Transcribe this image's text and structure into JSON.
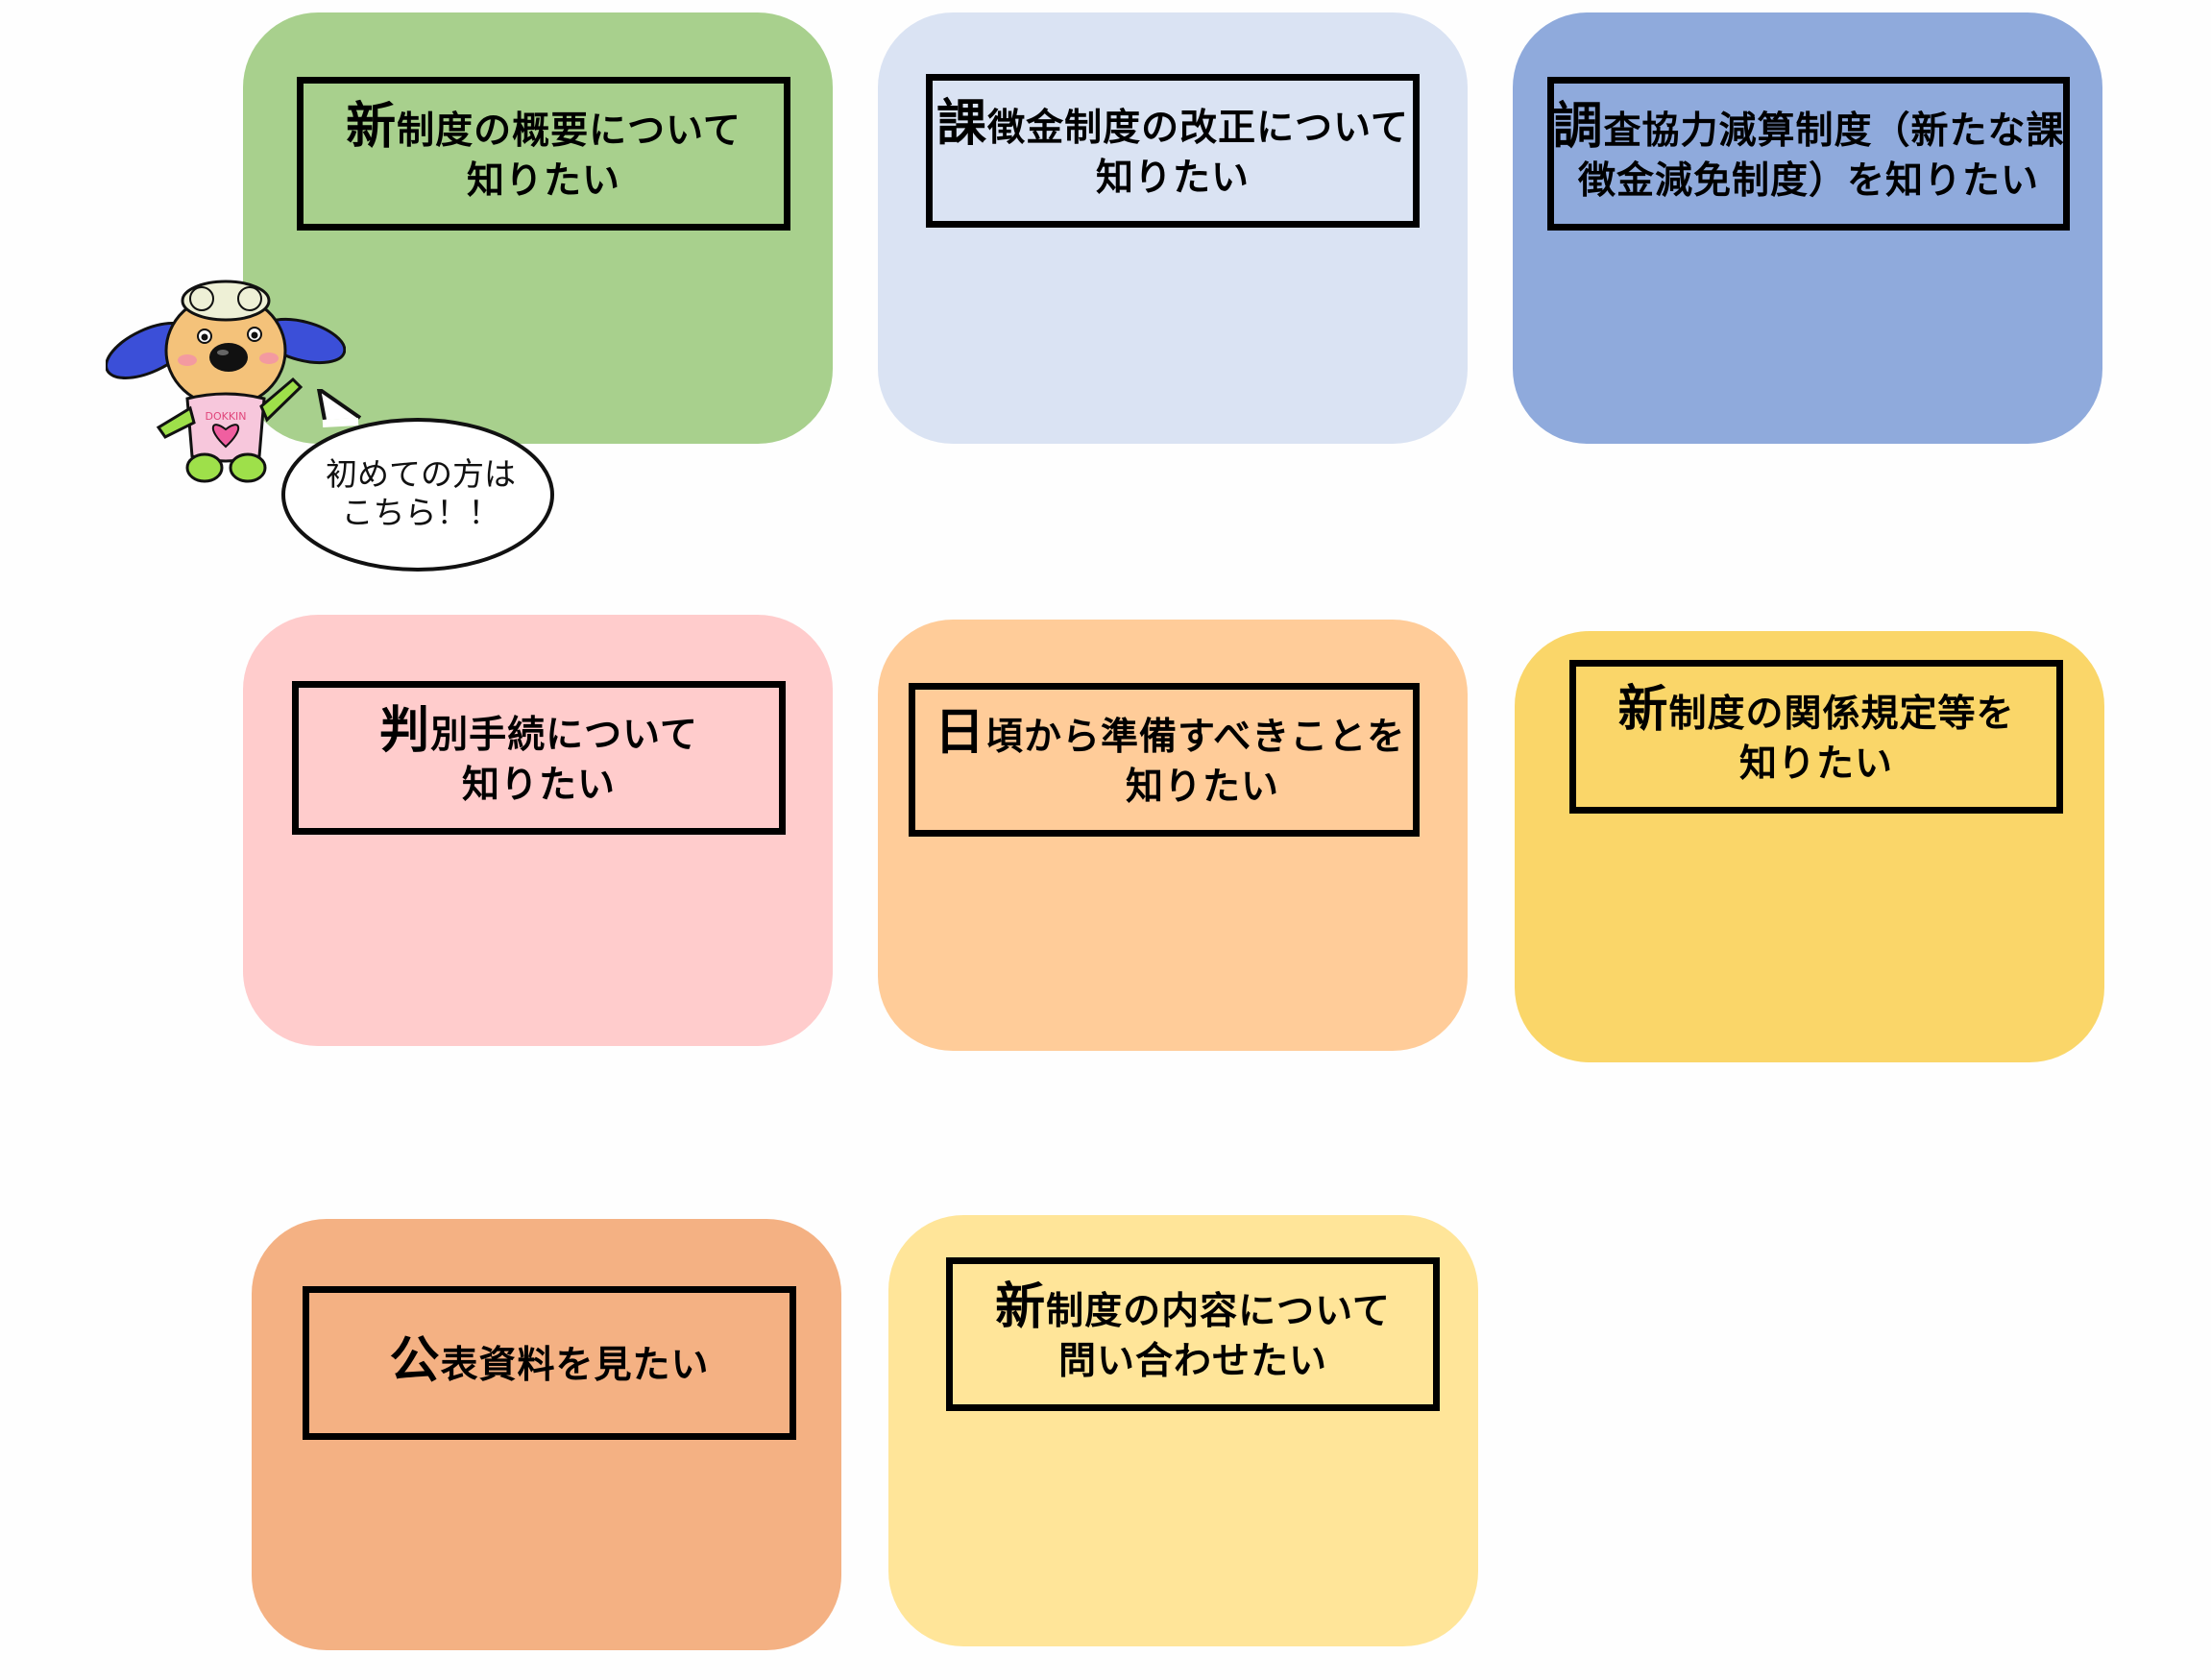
{
  "cards": [
    {
      "id": "new-overview",
      "color": "#a8d08d",
      "first": "新",
      "line1": "制度の概要について",
      "line2": "知りたい"
    },
    {
      "id": "surcharge",
      "color": "#dae3f3",
      "first": "課",
      "line1": "徴金制度の改正について",
      "line2": "知りたい"
    },
    {
      "id": "investigation",
      "color": "#8faadc",
      "first": "調",
      "line1": "査協力減算制度（新たな課",
      "line2": "徴金減免制度）を知りたい"
    },
    {
      "id": "determination",
      "color": "#ffcccc",
      "first": "判",
      "line1": "別手続について",
      "line2": "知りたい"
    },
    {
      "id": "preparation",
      "color": "#ffcc99",
      "first": "日",
      "line1": "頃から準備すべきことを",
      "line2": "知りたい"
    },
    {
      "id": "regulations",
      "color": "#fad669",
      "first": "新",
      "line1": "制度の関係規定等を",
      "line2": "知りたい"
    },
    {
      "id": "publications",
      "color": "#f4b183",
      "first": "公",
      "line1": "表資料を見たい",
      "line2": ""
    },
    {
      "id": "inquiries",
      "color": "#ffe599",
      "first": "新",
      "line1": "制度の内容について",
      "line2": "問い合わせたい"
    }
  ],
  "mascot": {
    "icon": "dog-mascot-icon",
    "shirt_text": "DOKKIN",
    "bubble_line1": "初めての方は",
    "bubble_line2": "こちら！！"
  }
}
